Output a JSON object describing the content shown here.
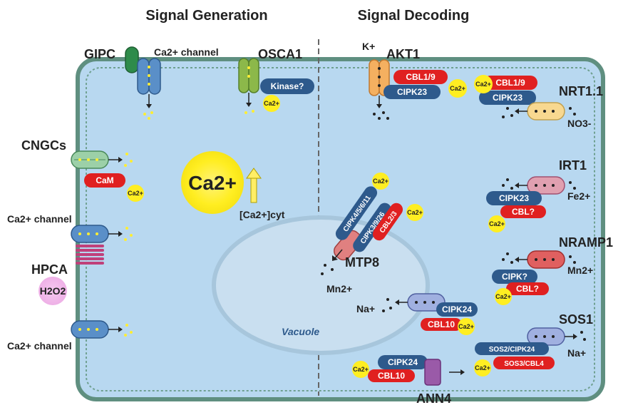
{
  "headers": {
    "generation": "Signal Generation",
    "decoding": "Signal Decoding"
  },
  "colors": {
    "cell_fill": "#b8d8f0",
    "membrane": "#5f8f80",
    "ca_yellow": "#ffee33",
    "red_pill": "#e02020",
    "blue_pill": "#2e5a8c"
  },
  "left": {
    "gipc": "GIPC",
    "ca_channel_top": "Ca2+ channel",
    "osca1": "OSCA1",
    "kinase": "Kinase?",
    "cngcs": "CNGCs",
    "cam": "CaM",
    "ca_channel_mid": "Ca2+ channel",
    "hpca": "HPCA",
    "h2o2": "H2O2",
    "ca_channel_bottom": "Ca2+ channel",
    "ca_big": "Ca2+",
    "ca_cyt": "[Ca2+]cyt"
  },
  "right": {
    "k_plus": "K+",
    "akt1": "AKT1",
    "cbl19_a": "CBL1/9",
    "cipk23_a": "CIPK23",
    "cbl19_b": "CBL1/9",
    "cipk23_b": "CIPK23",
    "nrt11": "NRT1.1",
    "no3": "NO3-",
    "irt1": "IRT1",
    "cipk23_c": "CIPK23",
    "cbl_q1": "CBL?",
    "fe2": "Fe2+",
    "nramp1": "NRAMP1",
    "cipk_q": "CIPK?",
    "cbl_q2": "CBL?",
    "mn2_right": "Mn2+",
    "sos1": "SOS1",
    "sos2_cipk24": "SOS2/CIPK24",
    "sos3_cbl4": "SOS3/CBL4",
    "na_right": "Na+",
    "cipk_4561": "CIPK4/5/6/11",
    "cipk_3926": "CIPK3/9/26",
    "cbl_23": "CBL2/3",
    "mtp8": "MTP8",
    "mn2_left": "Mn2+",
    "cipk24_v": "CIPK24",
    "cbl10_v": "CBL10",
    "na_left": "Na+",
    "vacuole": "Vacuole",
    "cipk24_b": "CIPK24",
    "cbl10_b": "CBL10",
    "ann4": "ANN4"
  },
  "ca_small": "Ca2+"
}
